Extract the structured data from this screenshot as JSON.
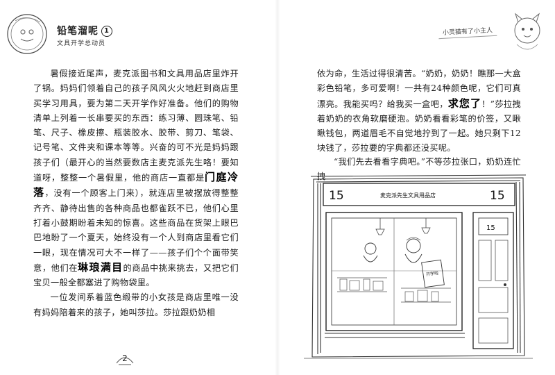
{
  "header": {
    "series_title": "铅笔溜呢",
    "series_number": "1",
    "series_subtitle": "文具开学总动员",
    "chapter_tag": "小灵猫有了小主人"
  },
  "left_page": {
    "para1_a": "暑假接近尾声，麦克派图书和文具用品店里炸开了锅。妈妈们领着自己的孩子风风火火地赶到商店里买学习用具，要为第二天开学作好准备。他们的购物清单上列着一长串要买的东西：练习薄、圆珠笔、铅笔、尺子、橡皮擦、瓶装胶水、胶带、剪刀、笔袋、记号笔、文件夹和课本等等。兴奋的可不光是妈妈跟孩子们（最开心的当然要数店主麦克派先生咯！要知道呀，整整一个暑假里，他的商店一直都是",
    "hand1": "门庭冷落",
    "para1_b": "，没有一个顾客上门来），就连店里被摆放得整整齐齐、静待出售的各种商品也都雀跃不已，他们心里打着小鼓期盼着未知的惊喜。这些商品在货架上眼巴巴地盼了一个夏天，始终没有一个人到商店里看它们一眼，现在情况可大不一样了——孩子们个个面带笑意，他们在",
    "hand2": "琳琅满目",
    "para1_c": "的商品中挑来挑去，又把它们宝贝一般全都塞进了购物袋里。",
    "para2": "一位发间系着蓝色缎带的小女孩是商店里唯一没有妈妈陪着来的孩子，她叫莎拉。莎拉跟奶奶相",
    "page_number": "2"
  },
  "right_page": {
    "para1_a": "依为命，生活过得很清苦。“奶奶，奶奶！瞧那一大盒彩色铅笔，多可爱啊！一共有24种颜色呢，它们可真漂亮。我能买吗？给我买一盒吧，",
    "hand3": "求您了",
    "para1_b": "！”莎拉拽着奶奶的衣角软磨硬泡。奶奶看看彩笔的价签，又瞅瞅钱包，两道眉毛不自觉地拧到了一起。她只剩下12块钱了，莎拉要的字典都还没买呢。",
    "para2": "“我们先去看看字典吧。”不等莎拉张口，奶奶连忙拽"
  },
  "illustration": {
    "shop_sign": "麦克派先生文具用品店",
    "sign_left_number": "15",
    "sign_right_number": "15",
    "door_number": "15",
    "window_banner": "开学啦"
  }
}
